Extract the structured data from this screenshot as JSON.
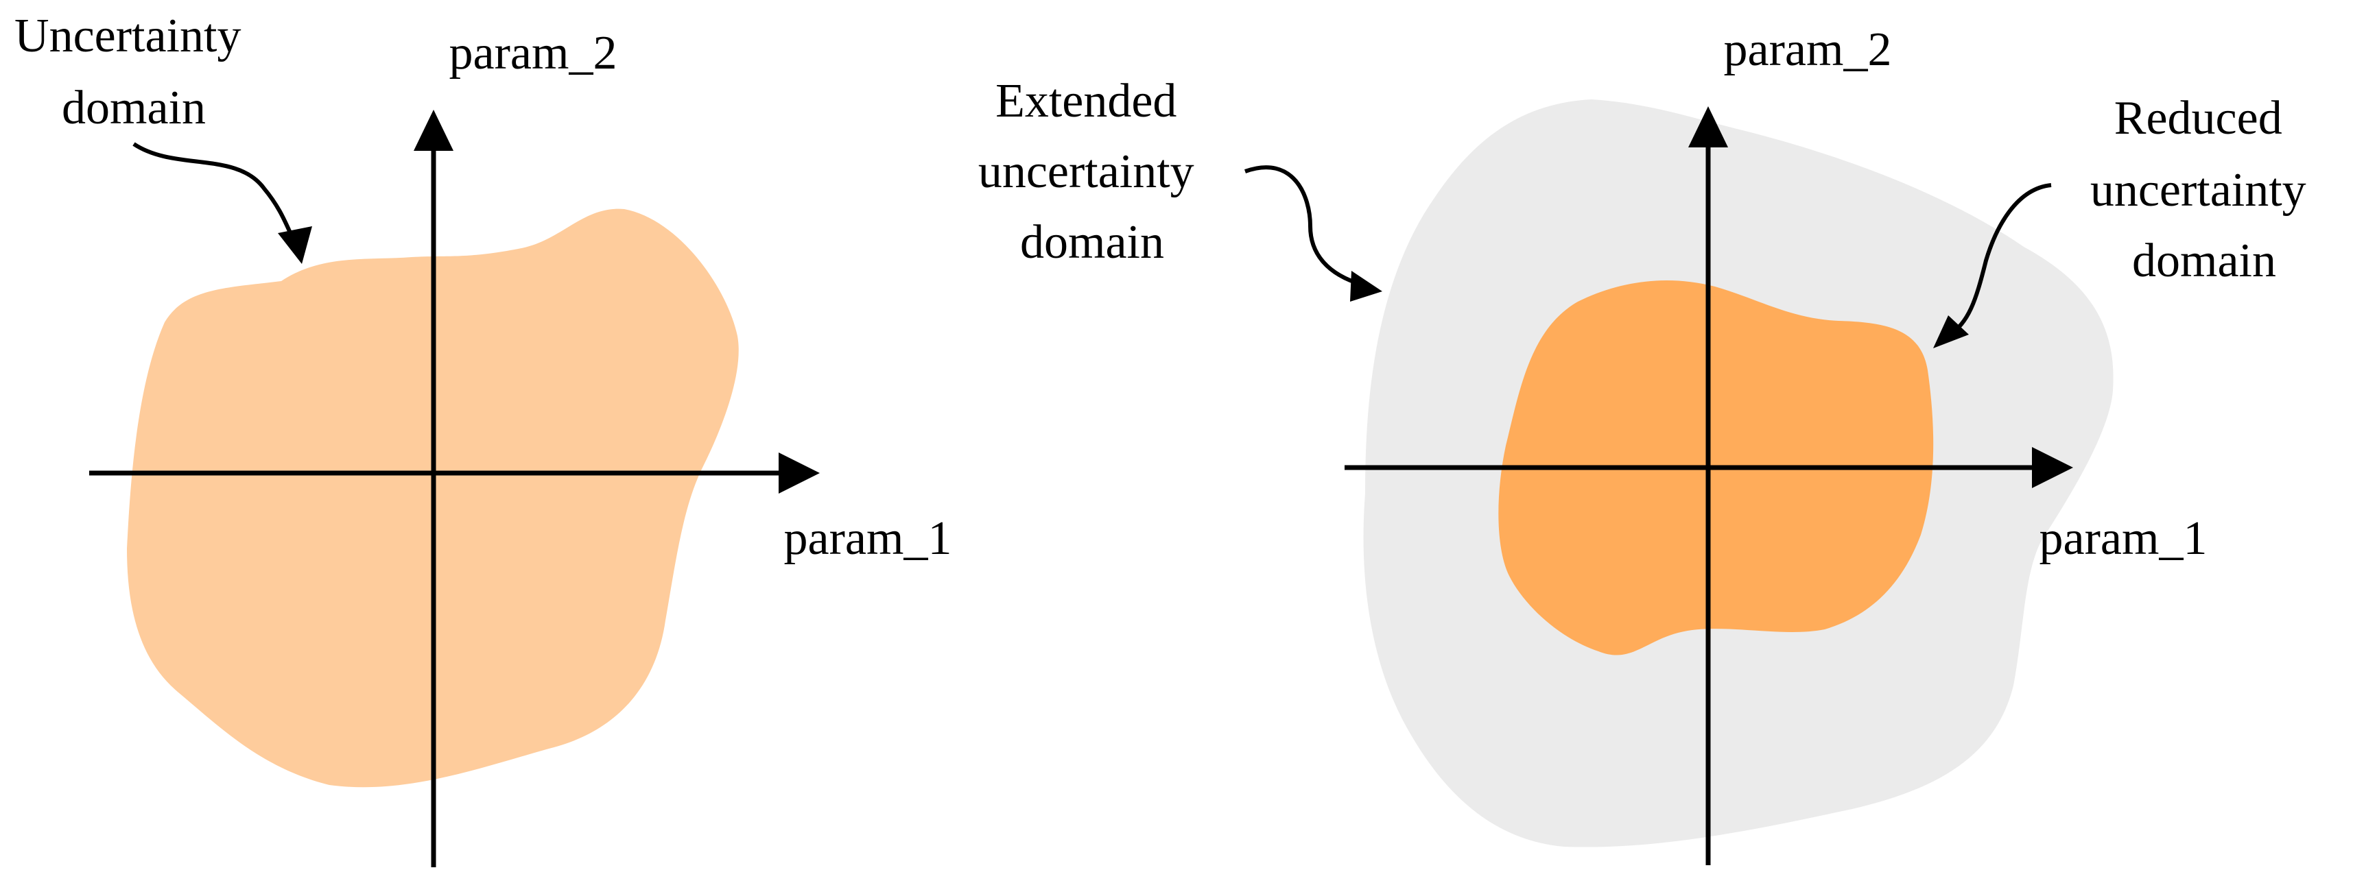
{
  "colors": {
    "uncertainty_domain": "#FECC9C",
    "extended_domain": "#EBEBEB",
    "reduced_domain": "#FFAC5A",
    "axes": "#000000",
    "text": "#000000"
  },
  "left_panel": {
    "domain_label": [
      "Uncertainty",
      "domain"
    ],
    "x_axis_label": "param_1",
    "y_axis_label": "param_2"
  },
  "right_panel": {
    "extended_label": [
      "Extended",
      "uncertainty",
      "domain"
    ],
    "reduced_label": [
      "Reduced",
      "uncertainty",
      "domain"
    ],
    "x_axis_label": "param_1",
    "y_axis_label": "param_2"
  }
}
